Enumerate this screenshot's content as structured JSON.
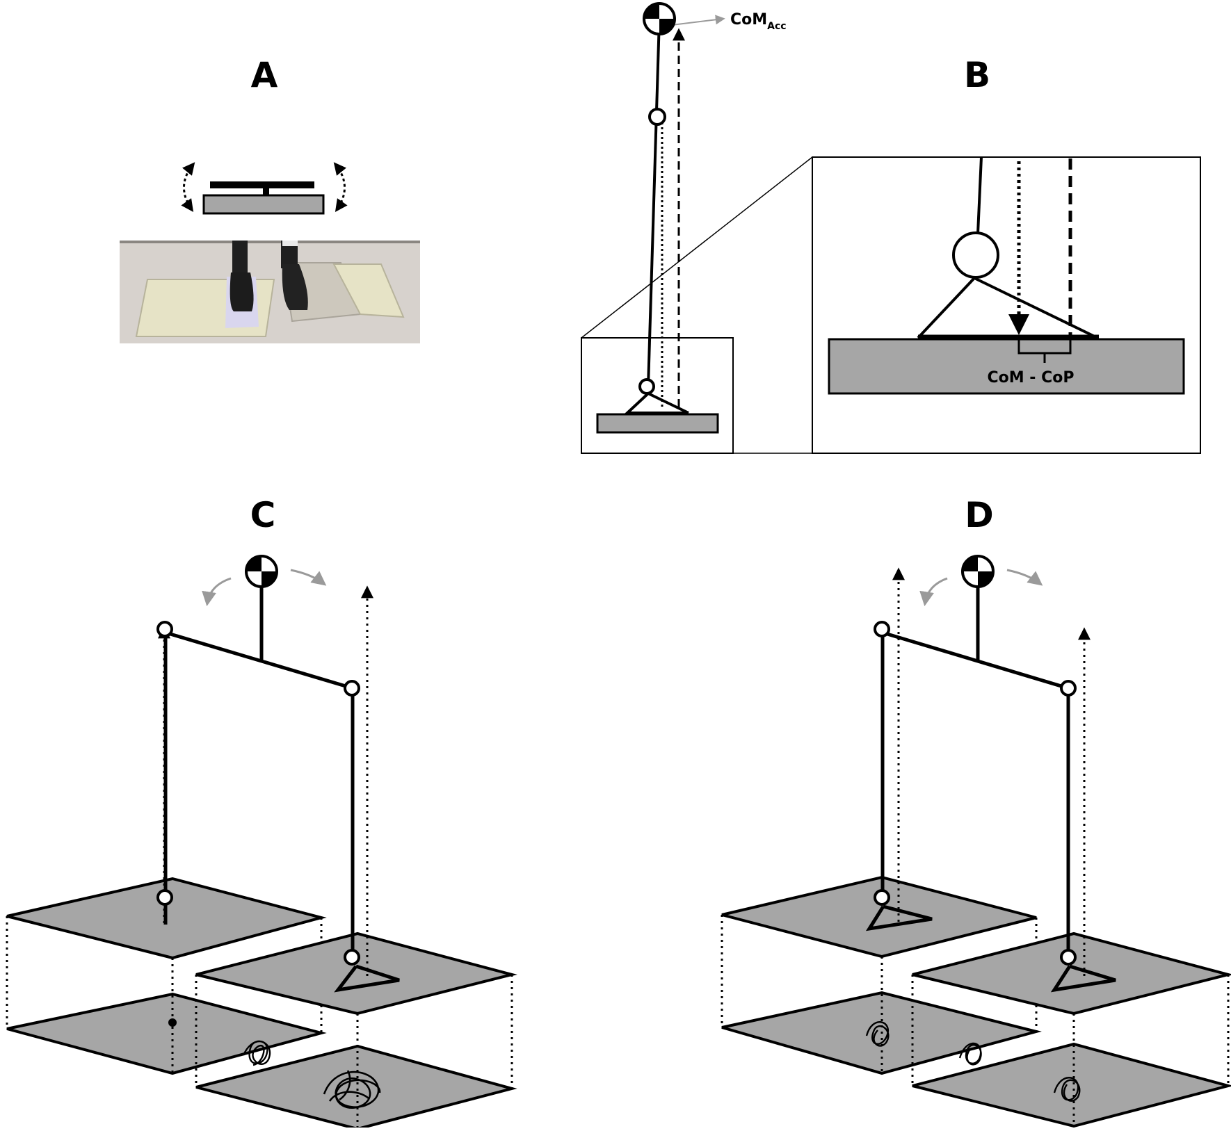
{
  "panels": {
    "a": {
      "letter": "A"
    },
    "b": {
      "letter": "B",
      "com_acc_main": "CoM",
      "com_acc_sub": "Acc",
      "com_cop_label": "CoM - CoP"
    },
    "c": {
      "letter": "C"
    },
    "d": {
      "letter": "D"
    }
  },
  "colors": {
    "stroke": "#000000",
    "plate_fill": "#a6a6a6",
    "accel_arrow": "#9a9a9a",
    "photo_floor": "#d7d2cd",
    "photo_plate": "#e6e3c6",
    "photo_metal": "#cdc8bd"
  }
}
